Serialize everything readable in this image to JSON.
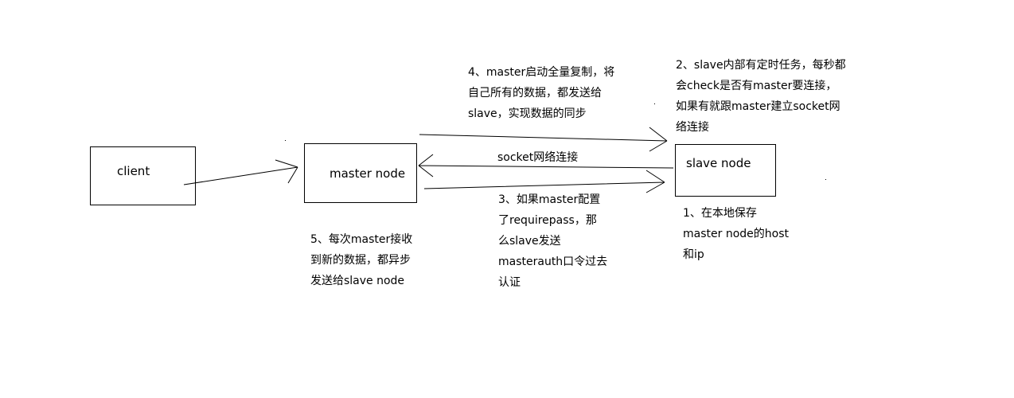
{
  "nodes": {
    "client": "client",
    "master": "master node",
    "slave": "slave node"
  },
  "edges": {
    "socket": "socket网络连接"
  },
  "notes": {
    "step1": "1、在本地保存\nmaster node的host\n和ip",
    "step2": "2、slave内部有定时任务，每秒都\n会check是否有master要连接，\n如果有就跟master建立socket网\n络连接",
    "step3": "3、如果master配置\n了requirepass，那\n么slave发送\nmasterauth口令过去\n认证",
    "step4": "4、master启动全量复制，将\n自己所有的数据，都发送给\nslave，实现数据的同步",
    "step5": "5、每次master接收\n到新的数据，都异步\n发送给slave node"
  }
}
